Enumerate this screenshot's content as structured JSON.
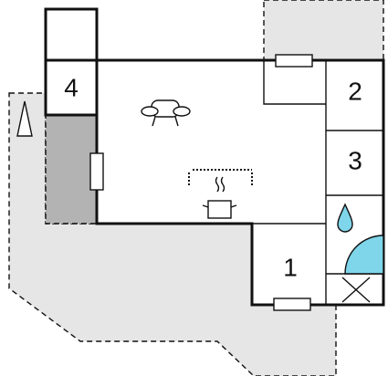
{
  "floorplan": {
    "rooms": {
      "room_1": {
        "label": "1"
      },
      "room_2": {
        "label": "2"
      },
      "room_3": {
        "label": "3"
      },
      "room_4": {
        "label": "4"
      }
    },
    "icons": [
      "north-arrow-icon",
      "sofa-icon",
      "stove-icon",
      "cooking-pot-icon",
      "water-drop-icon",
      "shower-icon",
      "storage-cross-icon"
    ],
    "colors": {
      "walls": "#111111",
      "terrace": "#e6e6e6",
      "covered_terrace": "#b3b3b3",
      "water": "#7fd6ea",
      "background": "#ffffff"
    }
  }
}
